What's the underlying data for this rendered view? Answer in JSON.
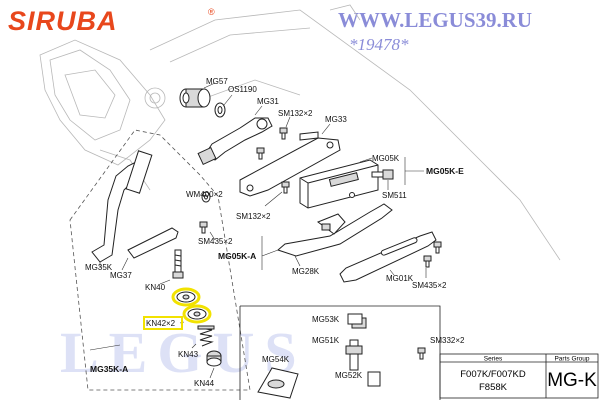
{
  "header": {
    "brand": "SIRUBA",
    "brand_mark": "®",
    "brand_color": "#e8471c",
    "watermark_url": "WWW.LEGUS39.RU",
    "watermark_code": "*19478*",
    "watermark_color": "#8a8cd8",
    "watermark_logo": "LEGUS"
  },
  "labels": {
    "mg57": "MG57",
    "os1190": "OS1190",
    "mg31": "MG31",
    "sm132_top": "SM132×2",
    "mg33": "MG33",
    "mg05k": "MG05K",
    "mg05k_e": "MG05K-E",
    "sm511": "SM511",
    "wm400": "WM400×2",
    "sm132_mid": "SM132×2",
    "sm435_left": "SM435×2",
    "mg05k_a": "MG05K-A",
    "mg28k": "MG28K",
    "mg01k": "MG01K",
    "sm435_right": "SM435×2",
    "mg35k": "MG35K",
    "mg37": "MG37",
    "kn40": "KN40",
    "kn42": "KN42×2",
    "kn43": "KN43",
    "mg35k_a": "MG35K-A",
    "kn44": "KN44",
    "mg53k": "MG53K",
    "mg51k": "MG51K",
    "sm332": "SM332×2",
    "mg54k": "MG54K",
    "mg52k": "MG52K"
  },
  "table": {
    "series_header": "Series",
    "series_value_1": "F007K/F007KD",
    "series_value_2": "F858K",
    "group_header": "Parts Group",
    "group_value": "MG-K"
  },
  "highlight_color": "#f2e200"
}
